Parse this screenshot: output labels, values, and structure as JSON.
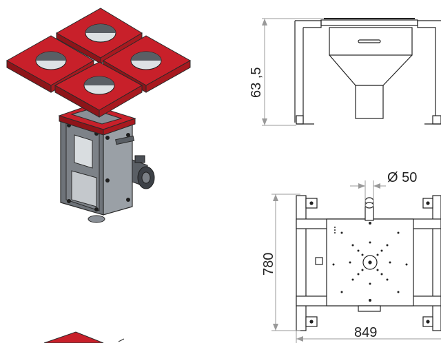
{
  "dimensions": {
    "height_label": "63 ,5",
    "diameter_label": "Ø 50",
    "depth_label": "780",
    "width_label": "849"
  },
  "colors": {
    "tray_red": "#c8202a",
    "tray_dark_red": "#8e1419",
    "steel": "#8a8f96",
    "steel_dark": "#4a4e54",
    "line": "#222222",
    "dim_line": "#999999"
  }
}
